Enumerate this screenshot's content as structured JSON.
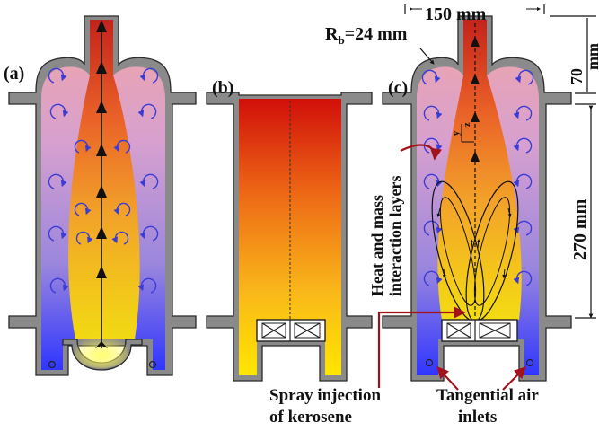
{
  "panels": {
    "a": {
      "label": "(a)"
    },
    "b": {
      "label": "(b)"
    },
    "c": {
      "label": "(c)"
    }
  },
  "dimensions": {
    "width": "150 mm",
    "radius_prefix": "R",
    "radius_sub": "b",
    "radius_value": "=24 mm",
    "top_height": "70",
    "top_height_unit": "mm",
    "chamber_height": "270 mm"
  },
  "annotations": {
    "layers_line1": "Heat and mass",
    "layers_line2": "interaction layers",
    "spray_line1": "Spray injection",
    "spray_line2": "of kerosene",
    "air_line1": "Tangential air",
    "air_line2": "inlets",
    "axis_y": "y",
    "axis_z": "z"
  },
  "colors": {
    "hot": "#c0170f",
    "warm": "#f08a16",
    "yellow": "#ffe000",
    "pink": "#e6a3bf",
    "violet": "#9a86dd",
    "blue": "#2f36ff",
    "wall": "#8a8a8a",
    "swirl": "#3b3bd6",
    "callout": "#a3121a"
  }
}
